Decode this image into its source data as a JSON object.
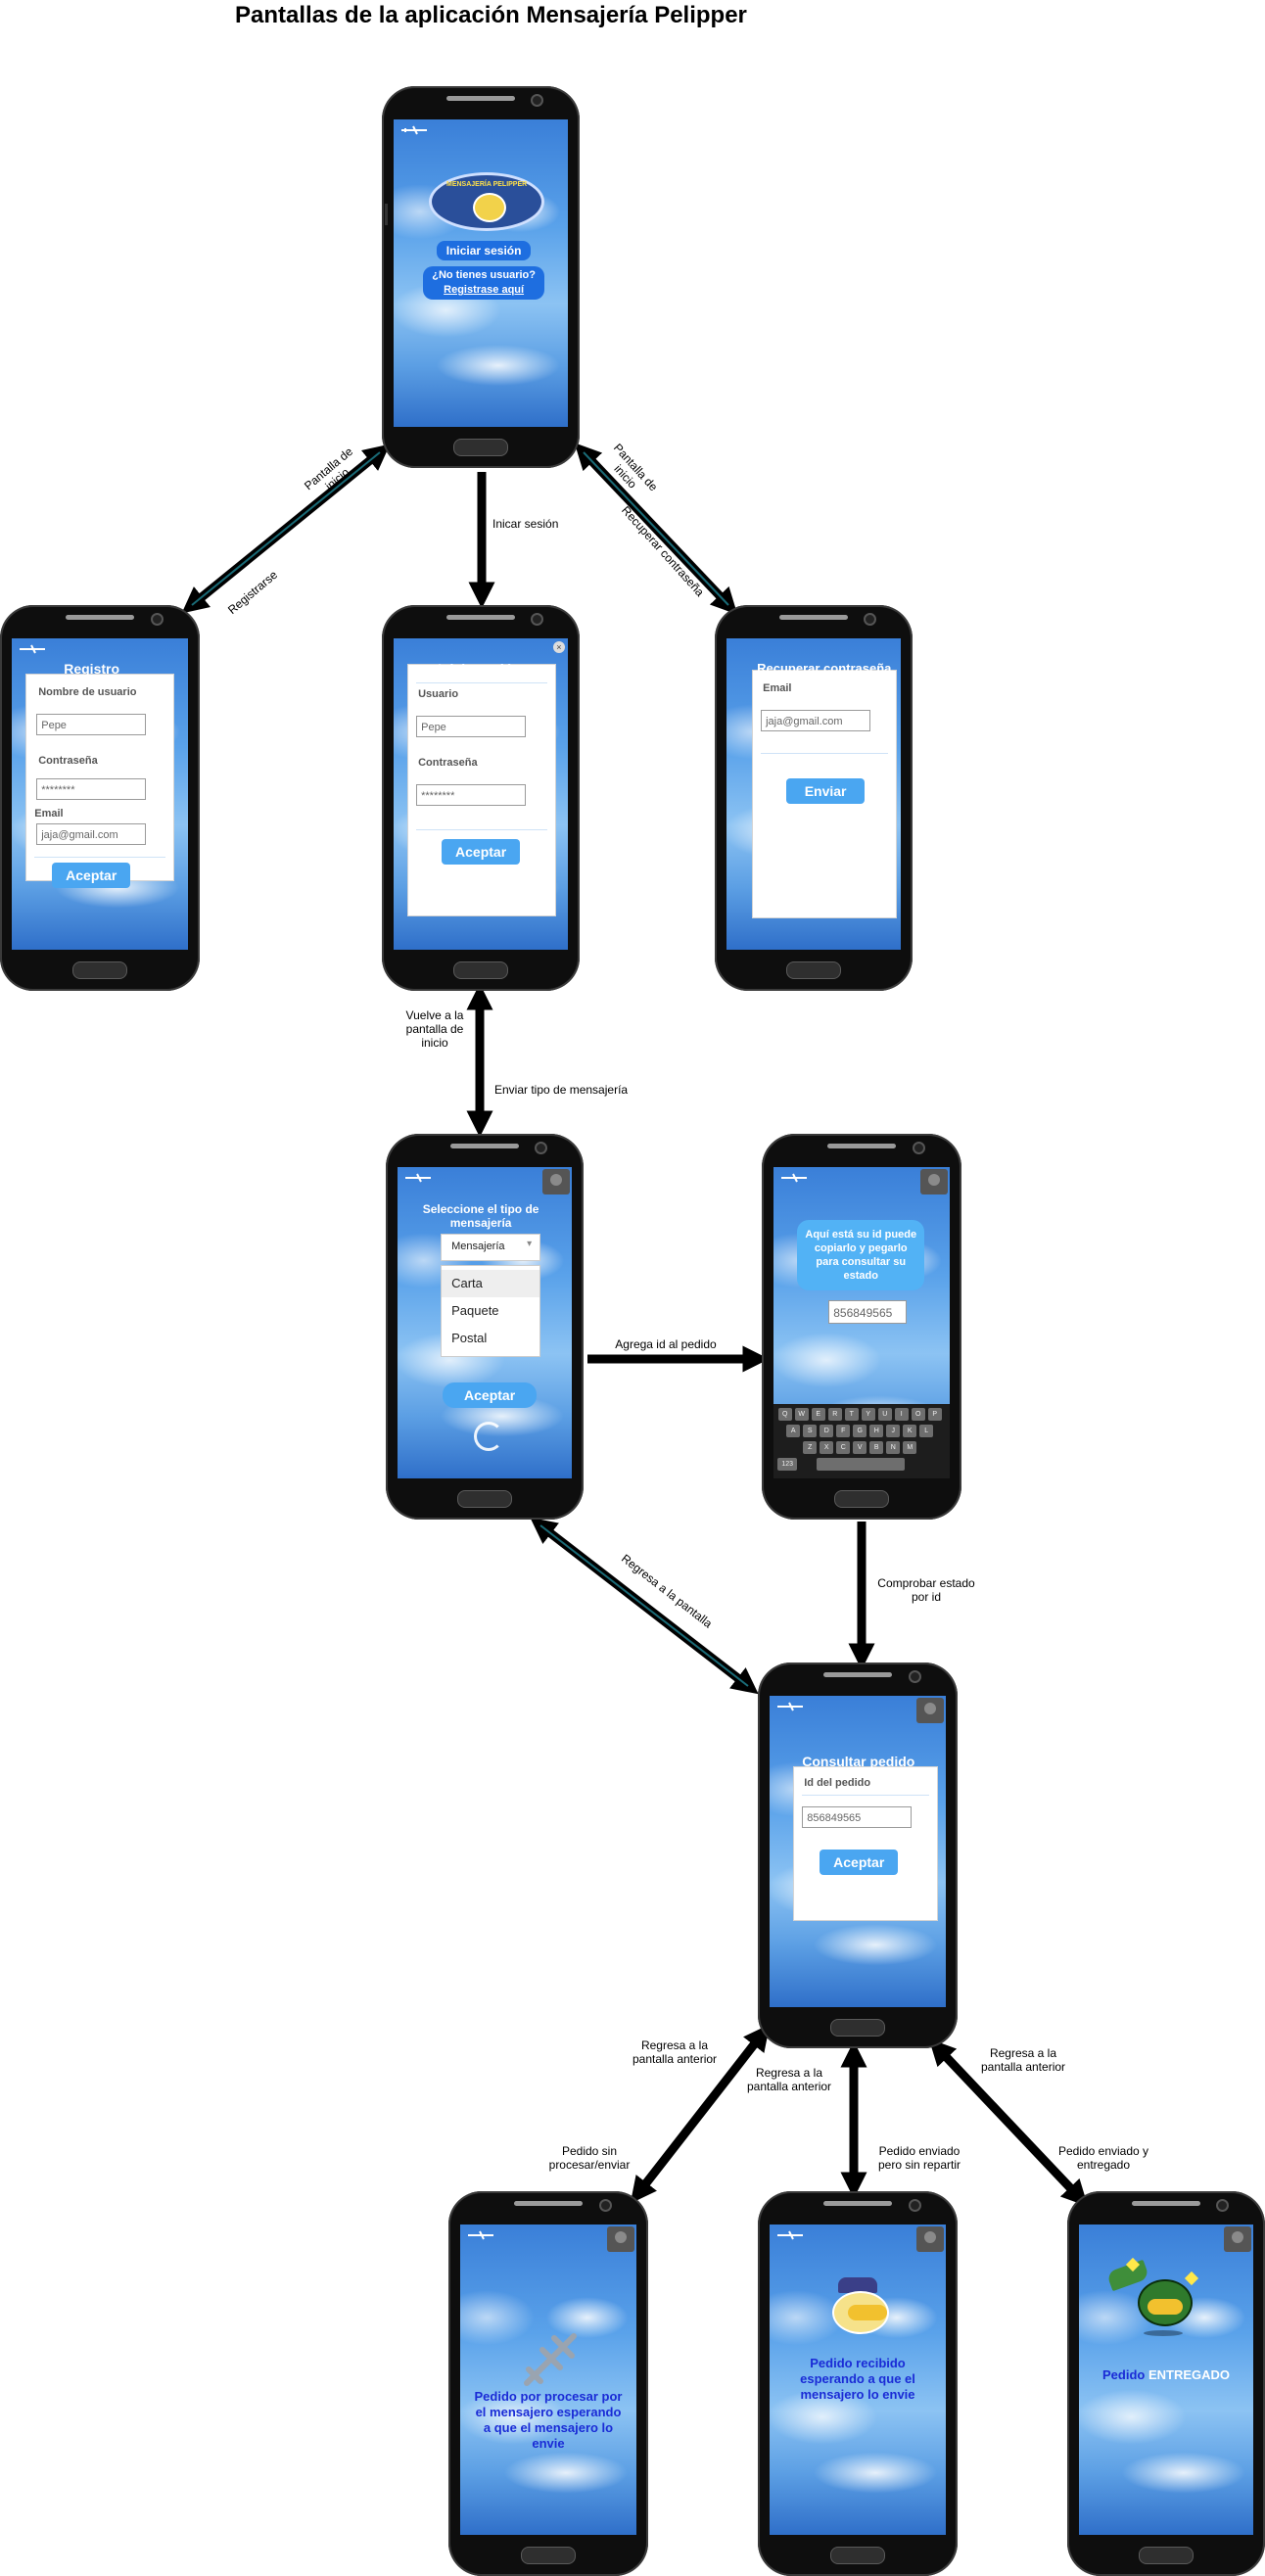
{
  "title": "Pantallas de la aplicación Mensajería Pelipper",
  "screens": {
    "home": {
      "logo_text": "MENSAJERÍA PELIPPER",
      "login_link": "Iniciar sesión",
      "no_user": "¿No tienes usuario?",
      "register_link": "Registrase aquí"
    },
    "register": {
      "heading": "Registro",
      "user_label": "Nombre de usuario",
      "user_value": "Pepe",
      "pass_label": "Contraseña",
      "pass_value": "********",
      "email_label": "Email",
      "email_value": "jaja@gmail.com",
      "button": "Aceptar"
    },
    "login": {
      "heading": "Inicio sesión",
      "user_label": "Usuario",
      "user_value": "Pepe",
      "pass_label": "Contraseña",
      "pass_value": "********",
      "button": "Aceptar"
    },
    "recover": {
      "heading": "Recuperar contraseña",
      "email_label": "Email",
      "email_value": "jaja@gmail.com",
      "button": "Enviar"
    },
    "select": {
      "heading": "Seleccione el tipo de mensajería",
      "dropdown_value": "Mensajería",
      "options": [
        "Carta",
        "Paquete",
        "Postal"
      ],
      "button": "Aceptar"
    },
    "id": {
      "message": "Aquí está su id puede copiarlo y pegarlo para consultar su estado",
      "id_value": "856849565",
      "keyboard_rows": [
        [
          "Q",
          "W",
          "E",
          "R",
          "T",
          "Y",
          "U",
          "I",
          "O",
          "P"
        ],
        [
          "A",
          "S",
          "D",
          "F",
          "G",
          "H",
          "J",
          "K",
          "L"
        ],
        [
          "Z",
          "X",
          "C",
          "V",
          "B",
          "N",
          "M"
        ]
      ],
      "num_key": "123"
    },
    "query": {
      "heading": "Consultar pedido",
      "id_label": "Id del pedido",
      "id_value": "856849565",
      "button": "Aceptar"
    },
    "status1": {
      "text": "Pedido por procesar por el mensajero esperando a que el mensajero lo envie"
    },
    "status2": {
      "text": "Pedido recibido esperando a que el mensajero lo envie"
    },
    "status3": {
      "text_a": "Pedido",
      "text_b": "ENTREGADO"
    }
  },
  "arrows": {
    "home_register_up": "Pantalla de inicio",
    "home_register_down": "Registrarse",
    "home_login": "Inicar sesión",
    "home_recover_up": "Pantalla de inicio",
    "home_recover_down": "Recuperar contraseña",
    "login_select_up": "Vuelve a la pantalla de inicio",
    "login_select_down": "Enviar tipo de mensajería",
    "select_id": "Agrega id al pedido",
    "query_select": "Regresa a la pantalla",
    "id_query": "Comprobar estado por id",
    "s1_back": "Regresa a la pantalla anterior",
    "s1_fwd": "Pedido sin procesar/enviar",
    "s2_back": "Regresa a la pantalla anterior",
    "s2_fwd": "Pedido enviado pero sin repartir",
    "s3_back": "Regresa a la pantalla anterior",
    "s3_fwd": "Pedido enviado y entregado"
  }
}
